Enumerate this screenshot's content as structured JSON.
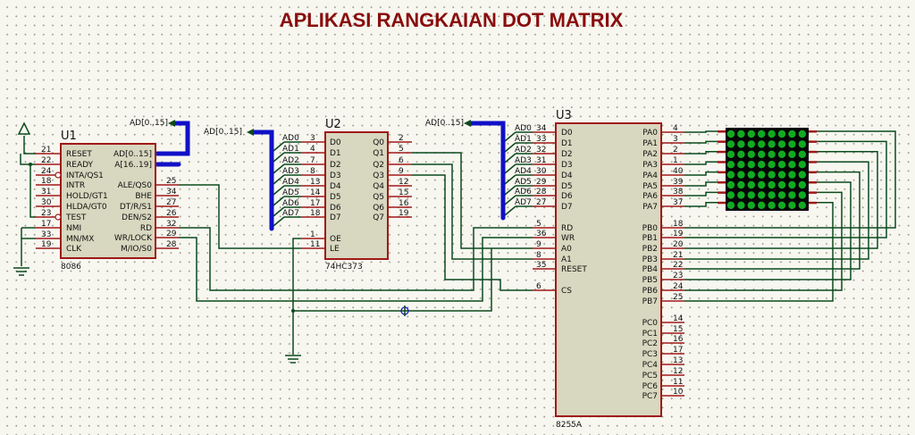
{
  "title": "APLIKASI RANGKAIAN DOT MATRIX",
  "bus_label": "AD[0..15]",
  "u1": {
    "ref": "U1",
    "part": "8086",
    "left_pins": [
      {
        "num": "21",
        "name": "RESET"
      },
      {
        "num": "22",
        "name": "READY"
      },
      {
        "num": "24",
        "name": "INTA/QS1"
      },
      {
        "num": "18",
        "name": "INTR"
      },
      {
        "num": "31",
        "name": "HOLD/GT1"
      },
      {
        "num": "30",
        "name": "HLDA/GT0"
      },
      {
        "num": "23",
        "name": "TEST"
      },
      {
        "num": "17",
        "name": "NMI"
      },
      {
        "num": "33",
        "name": "MN/MX"
      },
      {
        "num": "19",
        "name": "CLK"
      }
    ],
    "right_pins": [
      {
        "num": "",
        "name": "AD[0..15]"
      },
      {
        "num": "",
        "name": "A[16..19]"
      },
      {
        "num": "25",
        "name": "ALE/QS0"
      },
      {
        "num": "34",
        "name": "BHE"
      },
      {
        "num": "27",
        "name": "DT/R/S1"
      },
      {
        "num": "26",
        "name": "DEN/S2"
      },
      {
        "num": "32",
        "name": "RD"
      },
      {
        "num": "29",
        "name": "WR/LOCK"
      },
      {
        "num": "28",
        "name": "M/IO/S0"
      }
    ]
  },
  "u2": {
    "ref": "U2",
    "part": "74HC373",
    "left_pins": [
      {
        "num": "3",
        "name": "D0"
      },
      {
        "num": "4",
        "name": "D1"
      },
      {
        "num": "7",
        "name": "D2"
      },
      {
        "num": "8",
        "name": "D3"
      },
      {
        "num": "13",
        "name": "D4"
      },
      {
        "num": "14",
        "name": "D5"
      },
      {
        "num": "17",
        "name": "D6"
      },
      {
        "num": "18",
        "name": "D7"
      },
      {
        "num": "1",
        "name": "OE"
      },
      {
        "num": "11",
        "name": "LE"
      }
    ],
    "right_pins": [
      {
        "num": "2",
        "name": "Q0"
      },
      {
        "num": "5",
        "name": "Q1"
      },
      {
        "num": "6",
        "name": "Q2"
      },
      {
        "num": "9",
        "name": "Q3"
      },
      {
        "num": "12",
        "name": "Q4"
      },
      {
        "num": "15",
        "name": "Q5"
      },
      {
        "num": "16",
        "name": "Q6"
      },
      {
        "num": "19",
        "name": "Q7"
      }
    ],
    "bus_taps": [
      "AD0",
      "AD1",
      "AD2",
      "AD3",
      "AD4",
      "AD5",
      "AD6",
      "AD7"
    ]
  },
  "u3": {
    "ref": "U3",
    "part": "8255A",
    "left_pins": [
      {
        "num": "34",
        "name": "D0"
      },
      {
        "num": "33",
        "name": "D1"
      },
      {
        "num": "32",
        "name": "D2"
      },
      {
        "num": "31",
        "name": "D3"
      },
      {
        "num": "30",
        "name": "D4"
      },
      {
        "num": "29",
        "name": "D5"
      },
      {
        "num": "28",
        "name": "D6"
      },
      {
        "num": "27",
        "name": "D7"
      },
      {
        "num": "5",
        "name": "RD"
      },
      {
        "num": "36",
        "name": "WR"
      },
      {
        "num": "9",
        "name": "A0"
      },
      {
        "num": "8",
        "name": "A1"
      },
      {
        "num": "35",
        "name": "RESET"
      },
      {
        "num": "6",
        "name": "CS"
      }
    ],
    "right_pins": [
      {
        "num": "4",
        "name": "PA0"
      },
      {
        "num": "3",
        "name": "PA1"
      },
      {
        "num": "2",
        "name": "PA2"
      },
      {
        "num": "1",
        "name": "PA3"
      },
      {
        "num": "40",
        "name": "PA4"
      },
      {
        "num": "39",
        "name": "PA5"
      },
      {
        "num": "38",
        "name": "PA6"
      },
      {
        "num": "37",
        "name": "PA7"
      },
      {
        "num": "18",
        "name": "PB0"
      },
      {
        "num": "19",
        "name": "PB1"
      },
      {
        "num": "20",
        "name": "PB2"
      },
      {
        "num": "21",
        "name": "PB3"
      },
      {
        "num": "22",
        "name": "PB4"
      },
      {
        "num": "23",
        "name": "PB5"
      },
      {
        "num": "24",
        "name": "PB6"
      },
      {
        "num": "25",
        "name": "PB7"
      },
      {
        "num": "14",
        "name": "PC0"
      },
      {
        "num": "15",
        "name": "PC1"
      },
      {
        "num": "16",
        "name": "PC2"
      },
      {
        "num": "17",
        "name": "PC3"
      },
      {
        "num": "13",
        "name": "PC4"
      },
      {
        "num": "12",
        "name": "PC5"
      },
      {
        "num": "11",
        "name": "PC6"
      },
      {
        "num": "10",
        "name": "PC7"
      }
    ],
    "bus_taps": [
      "AD0",
      "AD1",
      "AD2",
      "AD3",
      "AD4",
      "AD5",
      "AD6",
      "AD7"
    ]
  },
  "matrix": {
    "rows": 8,
    "cols": 8,
    "body_color": "#050505",
    "led_color": "#11aa22"
  },
  "colors": {
    "title": "#8a0d0d",
    "wire": "#0c4a1c",
    "bus": "#1010c8",
    "pin": "#a01818",
    "chip_fill": "#d8d7bf"
  }
}
